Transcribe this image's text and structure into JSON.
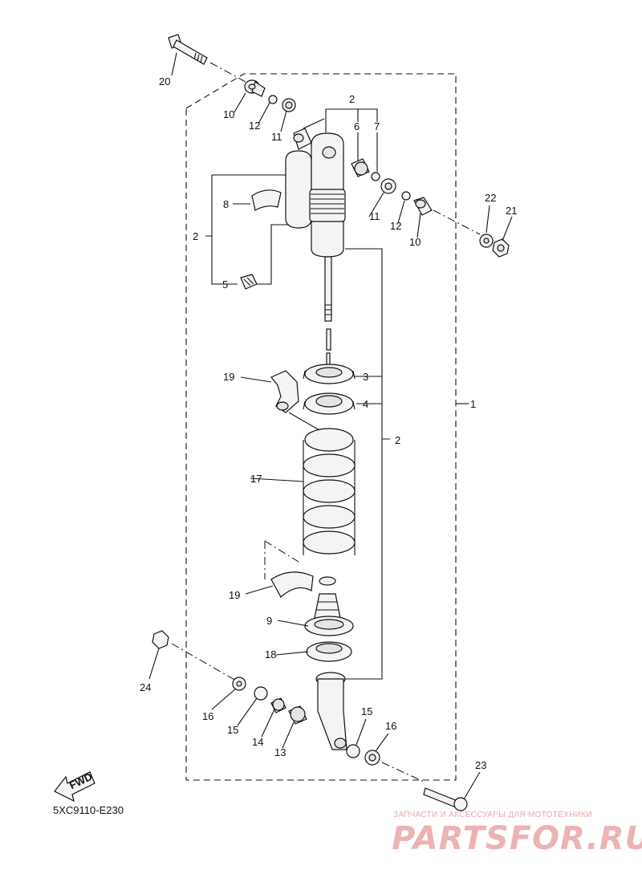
{
  "diagram_code": "5XC9110-E230",
  "watermark": {
    "tagline": "ЗАПЧАСТИ И АКСЕССУАРЫ ДЛЯ МОТОТЕХНИКИ",
    "brand": "PARTSFOR.RU"
  },
  "fwd_label": "FWD",
  "callouts": {
    "c20": "20",
    "c10a": "10",
    "c12a": "12",
    "c11a": "11",
    "c2top": "2",
    "c6": "6",
    "c7": "7",
    "c8": "8",
    "c2left": "2",
    "c5": "5",
    "c11b": "11",
    "c12b": "12",
    "c10b": "10",
    "c22": "22",
    "c21": "21",
    "c19a": "19",
    "c3": "3",
    "c4": "4",
    "c1": "1",
    "c17": "17",
    "c2right": "2",
    "c19b": "19",
    "c9": "9",
    "c18": "18",
    "c24": "24",
    "c16a": "16",
    "c15a": "15",
    "c14": "14",
    "c13": "13",
    "c15b": "15",
    "c16b": "16",
    "c23": "23"
  }
}
